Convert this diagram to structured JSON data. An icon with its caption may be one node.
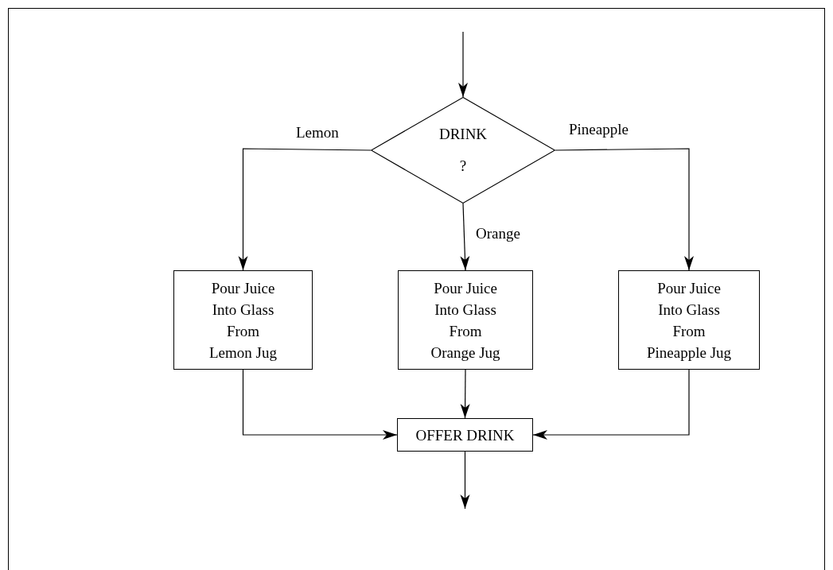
{
  "diagram": {
    "nodes": [
      {
        "text": [
          "DRINK",
          "?"
        ]
      },
      {
        "text": [
          "Pour Juice Into Glass From Lemon Jug"
        ]
      },
      {
        "text": [
          "Pour Juice Into Glass From Orange Jug"
        ]
      },
      {
        "text": [
          "Pour Juice Into Glass From Pineapple Jug"
        ]
      },
      {
        "text": [
          "OFFER DRINK"
        ]
      }
    ],
    "edges": [
      {
        "from": null,
        "to": 0,
        "arrow": "to"
      },
      {
        "from": 0,
        "to": 1,
        "arrow": "to",
        "label": "Lemon"
      },
      {
        "from": 0,
        "to": 2,
        "arrow": "to",
        "label": "Orange"
      },
      {
        "from": 0,
        "to": 3,
        "arrow": "to",
        "label": "Pineapple"
      },
      {
        "from": 1,
        "to": 4,
        "arrow": "to"
      },
      {
        "from": 2,
        "to": 4,
        "arrow": "to"
      },
      {
        "from": 3,
        "to": 4,
        "arrow": "to"
      },
      {
        "from": 4,
        "to": null,
        "arrow": "to"
      }
    ]
  }
}
